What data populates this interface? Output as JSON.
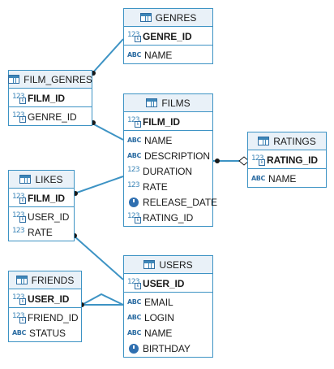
{
  "colors": {
    "border": "#3d93c4",
    "header_bg": "#e9f1f8",
    "line": "#3d93c4",
    "icon": "#2e6ea3"
  },
  "tables": {
    "genres": {
      "name": "GENRES",
      "pk": [
        {
          "type": "num-key",
          "name": "GENRE_ID"
        }
      ],
      "cols": [
        {
          "type": "text",
          "name": "NAME"
        }
      ]
    },
    "film_genres": {
      "name": "FILM_GENRES",
      "pk": [
        {
          "type": "num-key",
          "name": "FILM_ID"
        }
      ],
      "cols": [
        {
          "type": "num-key",
          "name": "GENRE_ID"
        }
      ]
    },
    "films": {
      "name": "FILMS",
      "pk": [
        {
          "type": "num-key",
          "name": "FILM_ID"
        }
      ],
      "cols": [
        {
          "type": "text",
          "name": "NAME"
        },
        {
          "type": "text",
          "name": "DESCRIPTION"
        },
        {
          "type": "num",
          "name": "DURATION"
        },
        {
          "type": "num",
          "name": "RATE"
        },
        {
          "type": "date",
          "name": "RELEASE_DATE"
        },
        {
          "type": "num-key",
          "name": "RATING_ID"
        }
      ]
    },
    "ratings": {
      "name": "RATINGS",
      "pk": [
        {
          "type": "num-key",
          "name": "RATING_ID"
        }
      ],
      "cols": [
        {
          "type": "text",
          "name": "NAME"
        }
      ]
    },
    "likes": {
      "name": "LIKES",
      "pk": [
        {
          "type": "num-key",
          "name": "FILM_ID"
        }
      ],
      "cols": [
        {
          "type": "num-key",
          "name": "USER_ID"
        },
        {
          "type": "num",
          "name": "RATE"
        }
      ]
    },
    "users": {
      "name": "USERS",
      "pk": [
        {
          "type": "num-key",
          "name": "USER_ID"
        }
      ],
      "cols": [
        {
          "type": "text",
          "name": "EMAIL"
        },
        {
          "type": "text-key",
          "name": "LOGIN"
        },
        {
          "type": "text",
          "name": "NAME"
        },
        {
          "type": "date",
          "name": "BIRTHDAY"
        }
      ]
    },
    "friends": {
      "name": "FRIENDS",
      "pk": [
        {
          "type": "num-key",
          "name": "USER_ID"
        }
      ],
      "cols": [
        {
          "type": "num-key",
          "name": "FRIEND_ID"
        },
        {
          "type": "text",
          "name": "STATUS"
        }
      ]
    }
  },
  "icon_text": {
    "num": "123",
    "abc": "ABC",
    "key": "k"
  }
}
